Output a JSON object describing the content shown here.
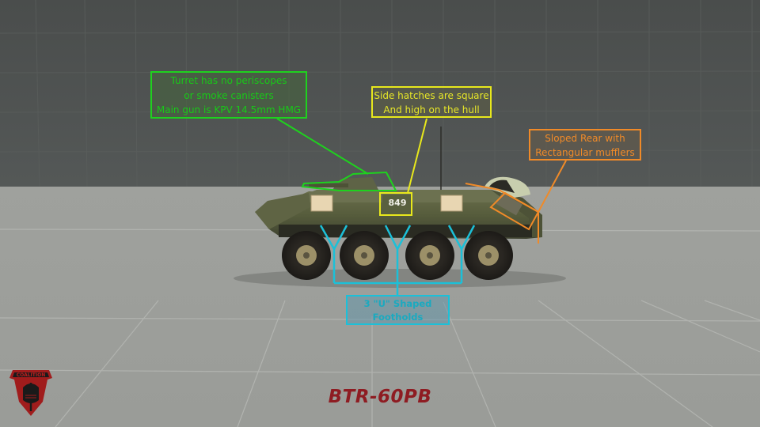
{
  "title": "BTR-60PB",
  "logo": {
    "text": "COALITION",
    "icon": "coalition-knight-helmet-shield-icon"
  },
  "vehicle": {
    "hull_number": "849"
  },
  "callouts": {
    "turret": {
      "lines": [
        "Turret has no periscopes",
        "or smoke canisters",
        "Main gun is KPV 14.5mm HMG"
      ],
      "color": "#1ed21e"
    },
    "hatches": {
      "lines": [
        "Side hatches are square",
        "And high on the hull"
      ],
      "color": "#e8e81c"
    },
    "rear": {
      "lines": [
        "Sloped Rear with",
        "Rectangular mufflers"
      ],
      "color": "#f08a28"
    },
    "footholds": {
      "lines": [
        "3 \"U\" Shaped",
        "Footholds"
      ],
      "color": "#1cc0d8"
    }
  },
  "colors": {
    "sky": "#4b4e4d",
    "ground": "#9a9c98",
    "title_red": "#8e1c22",
    "hull_green": "#5a6040"
  }
}
